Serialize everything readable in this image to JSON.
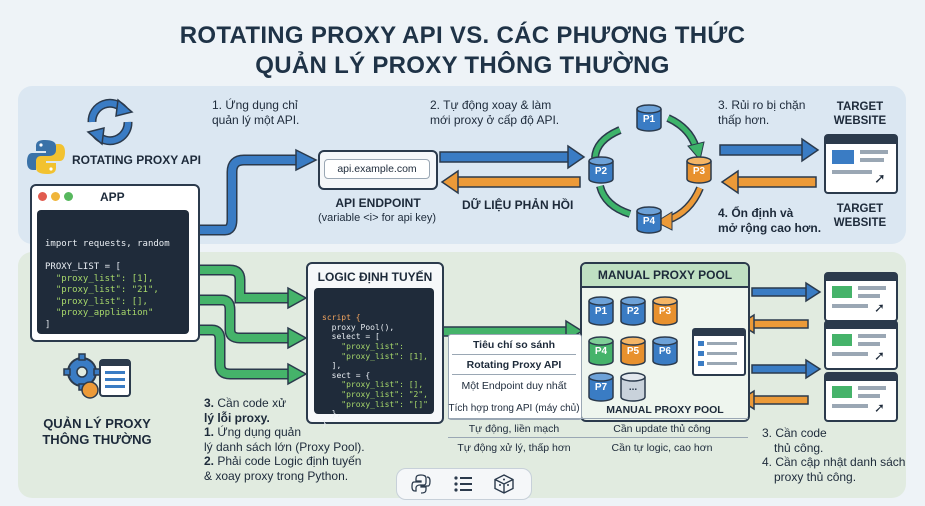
{
  "title": {
    "line1": "ROTATING PROXY API VS. CÁC PHƯƠNG THỨC",
    "line2": "QUẢN LÝ PROXY THÔNG THƯỜNG"
  },
  "rotating": {
    "label": "ROTATING PROXY API",
    "step1": [
      "1. Ứng dụng chỉ",
      "quản lý một API."
    ],
    "step2": [
      "2. Tự động xoay & làm",
      "mới proxy ở cấp độ API."
    ],
    "step3": [
      "3. Rủi ro bị chặn",
      "thấp hơn."
    ],
    "step4": [
      "4. Ổn định và",
      "mở rộng cao hơn."
    ],
    "endpoint_url": "api.example.com",
    "endpoint_title": "API ENDPOINT",
    "endpoint_sub": "(variable <i> for api key)",
    "response_label": "DỮ LIỆU PHẢN HỒI",
    "nodes": [
      "P1",
      "P2",
      "P3",
      "P4"
    ],
    "target1": [
      "TARGET",
      "WEBSITE"
    ],
    "target2": [
      "TARGET",
      "WEBSITE"
    ]
  },
  "app": {
    "title": "APP",
    "code": [
      "import requests, random",
      "",
      "PROXY_LIST = [",
      "  \"proxy_list\": [1],",
      "  \"proxy_list\": \"21\",",
      "  \"proxy_list\": [],",
      "  \"proxy_appliation\"",
      "]"
    ]
  },
  "traditional": {
    "label": [
      "QUẢN LÝ PROXY",
      "THÔNG THƯỜNG"
    ],
    "logic_title": "LOGIC ĐỊNH TUYẾN",
    "logic_code": [
      "script {",
      "  proxy Pool(),",
      "  select = [",
      "    \"proxy_list\":",
      "    \"proxy_list\": [1],",
      "  ],",
      "  sect = {",
      "    \"proxy_list\": [],",
      "    \"proxy_list\": \"2\",",
      "    \"proxy_list\": \"[]\"",
      "  },",
      "}"
    ],
    "pool_title": "MANUAL PROXY POOL",
    "pool_footer": "MANUAL PROXY POOL",
    "pool_nodes": [
      "P1",
      "P2",
      "P3",
      "P4",
      "P5",
      "P6",
      "P7",
      "..."
    ],
    "notes_left": [
      {
        "num": "3.",
        "text": "Cần code xử",
        "bold": false
      },
      {
        "num": "",
        "text": "lý lỗi proxy.",
        "bold": true
      },
      {
        "num": "1.",
        "text": "Ứng dụng quản",
        "bold": false
      },
      {
        "num": "",
        "text": "lý danh sách lớn (Proxy Pool).",
        "bold": false
      },
      {
        "num": "2.",
        "text": "Phải code Logic định tuyến",
        "bold": false
      },
      {
        "num": "",
        "text": "& xoay proxy trong Python.",
        "bold": false
      }
    ],
    "notes_right": [
      "3. Cần code",
      "thủ công.",
      "4. Cần cập nhật danh sách",
      "proxy thủ công."
    ]
  },
  "comparison": {
    "header": "Tiêu chí so sánh",
    "col_title": "Rotating Proxy API",
    "rows": [
      [
        "Một Endpoint duy nhất",
        ""
      ],
      [
        "Tích hợp trong API (máy chủ)",
        ""
      ],
      [
        "Tự động, liền mạch",
        "Cần update thủ công"
      ],
      [
        "Tự động xử lý, thấp hơn",
        "Cần tự logic, cao hơn"
      ]
    ]
  },
  "footer_icons": [
    "python-icon",
    "list-icon",
    "cube-icon"
  ],
  "colors": {
    "blue": "#2f72b8",
    "green": "#39a85a",
    "orange": "#e8912e",
    "navy": "#1f3347",
    "band_top": "#dbe7f2",
    "band_bottom": "#dce8dc"
  }
}
